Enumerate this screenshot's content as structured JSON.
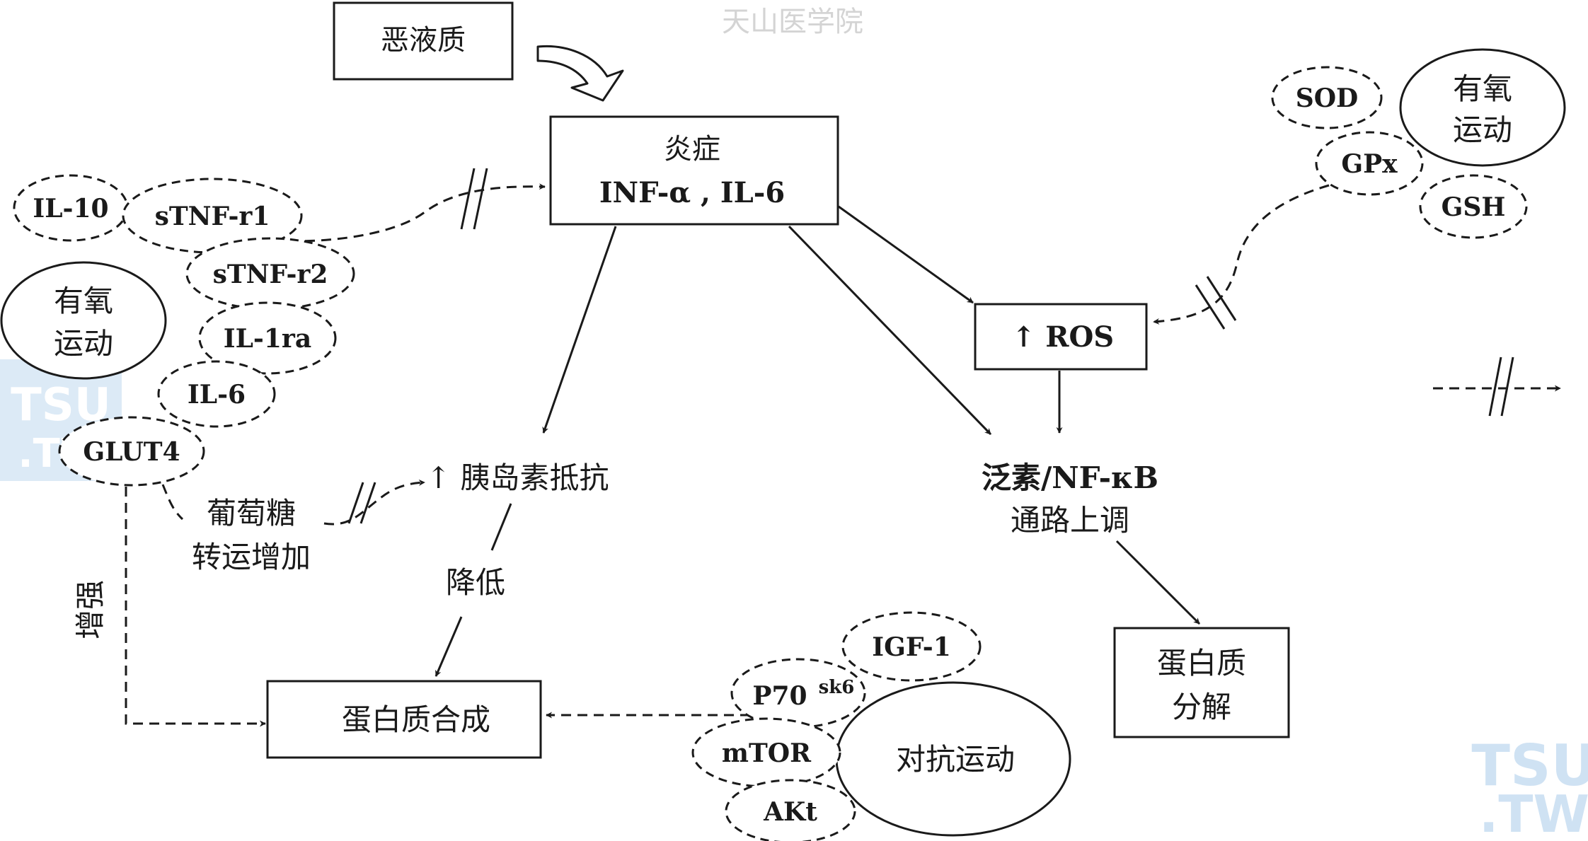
{
  "watermark": {
    "site_name": "天山医学院",
    "logo_top": "TSU",
    "logo_bottom": ".TW"
  },
  "nodes": {
    "cachexia": "恶液质",
    "inflammation": {
      "line1": "炎症",
      "line2": "INF-α , IL-6"
    },
    "ros": "↑ ROS",
    "insulin_resistance": "↑ 胰岛素抵抗",
    "ubiquitin": {
      "line1": "泛素/NF-κB",
      "line2": "通路上调"
    },
    "protein_synthesis": "蛋白质合成",
    "protein_breakdown": {
      "line1": "蛋白质",
      "line2": "分解"
    },
    "aerobic_left": {
      "line1": "有氧",
      "line2": "运动"
    },
    "aerobic_right": {
      "line1": "有氧",
      "line2": "运动"
    },
    "resistance": "对抗运动"
  },
  "factors_left": [
    "IL-10",
    "sTNF-r1",
    "sTNF-r2",
    "IL-1ra",
    "IL-6",
    "GLUT4"
  ],
  "factors_antioxidant": [
    "SOD",
    "GPx",
    "GSH"
  ],
  "factors_resistance": {
    "igf1": "IGF-1",
    "p70": "P70",
    "p70_sup": "sk6",
    "mtor": "mTOR",
    "akt": "AKt"
  },
  "labels": {
    "glucose": {
      "line1": "葡萄糖",
      "line2": "转运增加"
    },
    "enhance": "增强",
    "reduce": "降低"
  }
}
